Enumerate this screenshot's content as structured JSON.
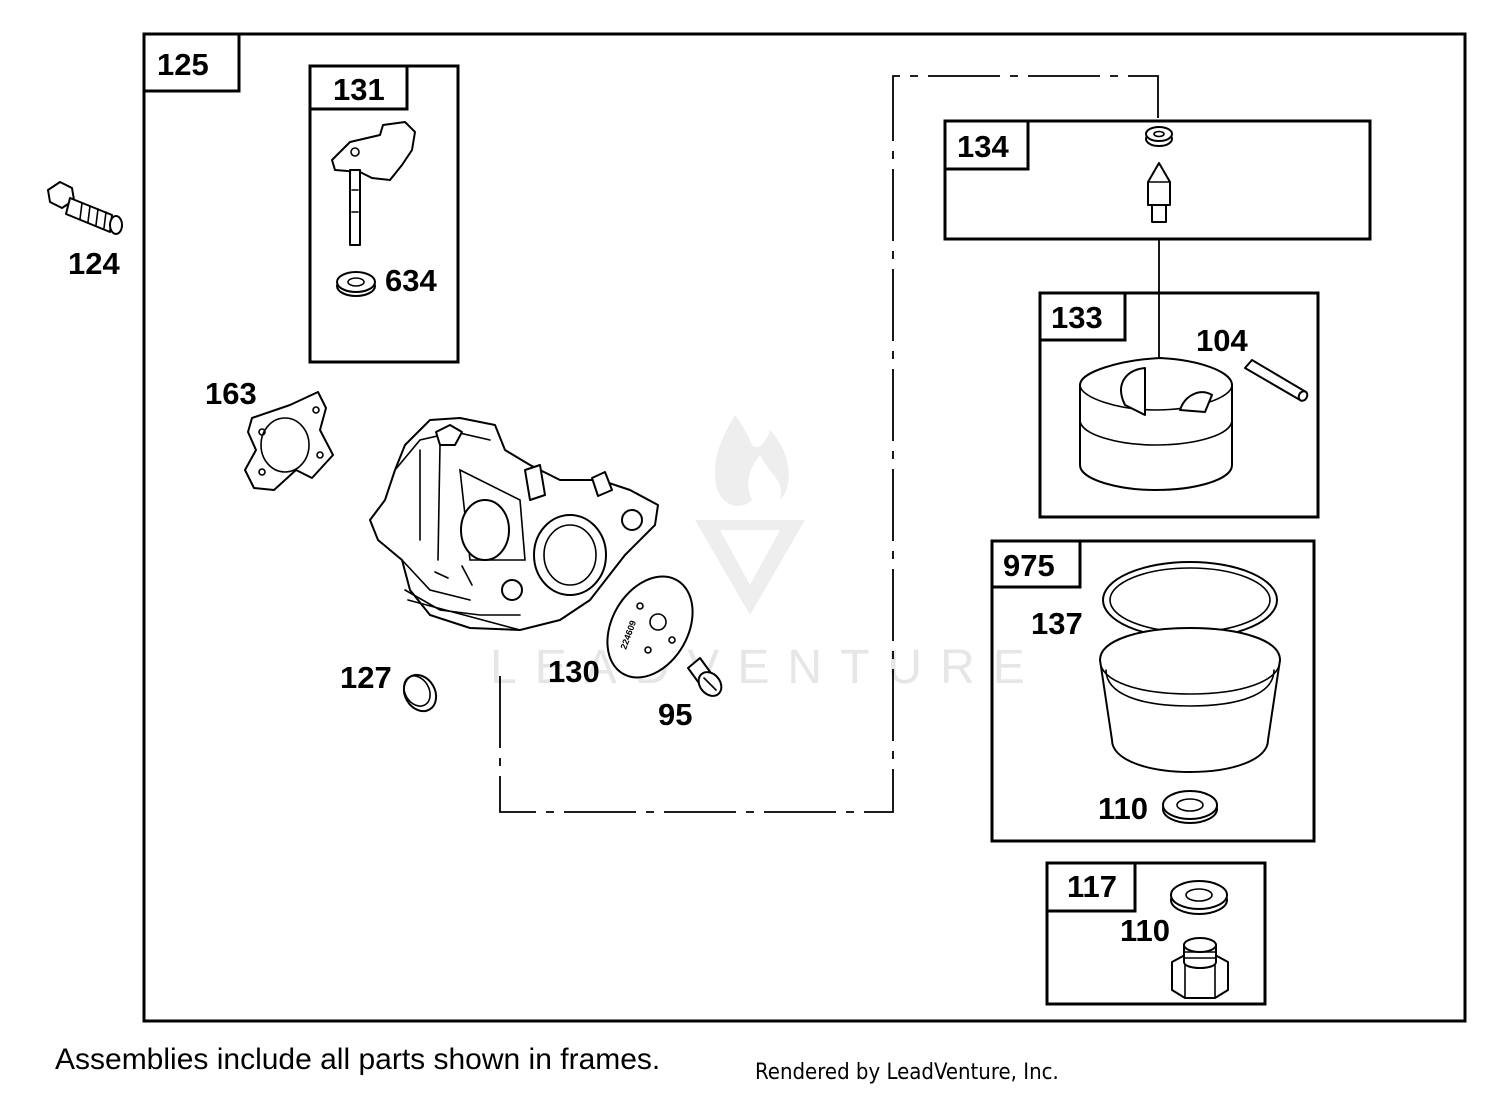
{
  "diagram": {
    "callouts": {
      "c125": "125",
      "c124": "124",
      "c131": "131",
      "c634": "634",
      "c163": "163",
      "c127": "127",
      "c130": "130",
      "c95": "95",
      "c134": "134",
      "c133": "133",
      "c104": "104",
      "c975": "975",
      "c137": "137",
      "c110a": "110",
      "c117": "117",
      "c110b": "110"
    },
    "watermark": "LEADVENTURE",
    "gasket_marking": "224609"
  },
  "footer": {
    "note": "Assemblies include all parts shown in frames.",
    "rendered_by": "Rendered by LeadVenture, Inc."
  }
}
